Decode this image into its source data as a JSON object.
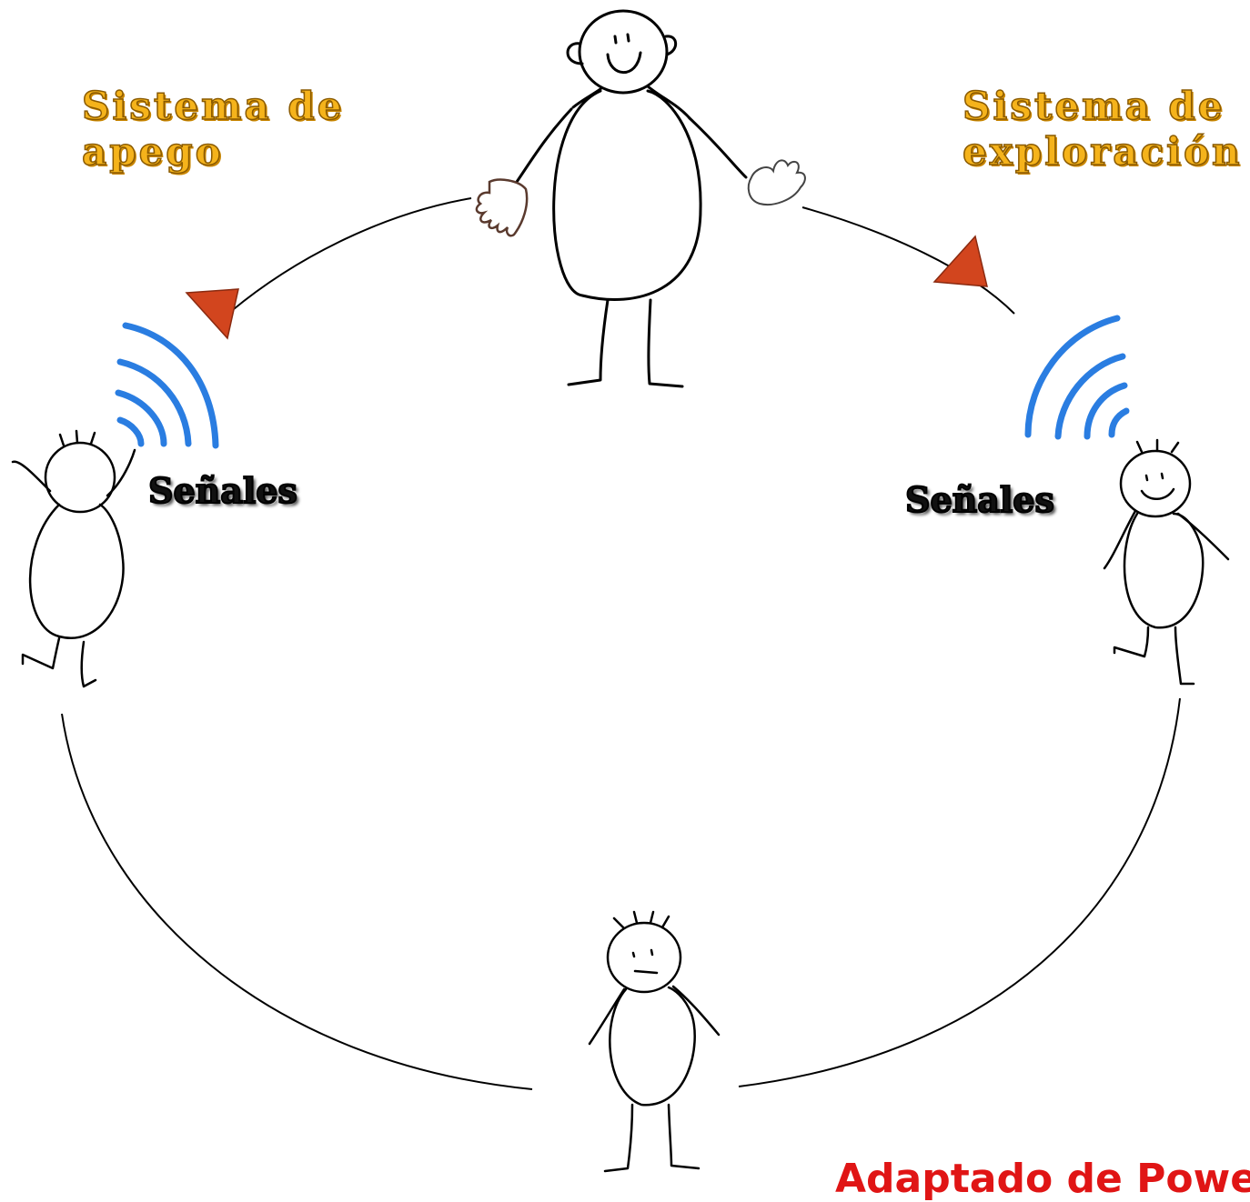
{
  "labels": {
    "attachment_line1": "Sistema de",
    "attachment_line2": "apego",
    "exploration_line1": "Sistema de",
    "exploration_line2": "exploración",
    "signals_left": "Señales",
    "signals_right": "Señales",
    "credit": "Adaptado de Powell"
  },
  "colors": {
    "label_text": "#f5b31b",
    "arrow_fill": "#d2451e",
    "signal_waves": "#2a7de1",
    "credit_text": "#e01515",
    "line": "#000000"
  },
  "icons": [
    "caregiver-figure",
    "left-hand-icon",
    "right-hand-icon",
    "arrow-left-icon",
    "arrow-right-icon",
    "signal-waves-icon",
    "child-figure-arms-up",
    "child-figure-smiling",
    "child-figure-sad"
  ]
}
